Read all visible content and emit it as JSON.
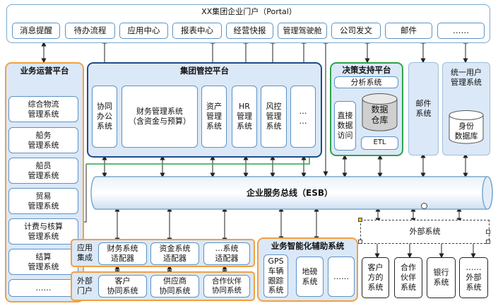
{
  "portal": {
    "title": "XX集团企业门户（Portal）",
    "buttons": [
      "消息提醒",
      "待办流程",
      "应用中心",
      "报表中心",
      "经营快报",
      "管理驾驶舱",
      "公司发文",
      "邮件",
      "……"
    ]
  },
  "ops": {
    "title": "业务运营平台",
    "items": [
      "综合物流\n管理系统",
      "船务\n管理系统",
      "船员\n管理系统",
      "贸易\n管理系统",
      "计费与核算\n管理系统",
      "结算\n管理系统",
      "……"
    ]
  },
  "group": {
    "title": "集团管控平台",
    "items": [
      "协同\n办公\n系统",
      "财务管理系统\n（含资金与预算）",
      "资产\n管理\n系统",
      "HR\n管理\n系统",
      "风控\n管理\n系统",
      "…\n…"
    ]
  },
  "decision": {
    "title": "决策支持平台",
    "analysis": "分析系统",
    "direct": "直接\n数据\n访问",
    "dw": "数据\n仓库",
    "etl": "ETL"
  },
  "mail": "邮件\n系统",
  "uum": {
    "title": "统一用户\n管理系统",
    "db": "身份\n数据库"
  },
  "esb": "企业服务总线（ESB）",
  "app_integration": {
    "label": "应用\n集成",
    "items": [
      "财务系统\n适配器",
      "资金系统\n适配器",
      "…系统\n适配器"
    ]
  },
  "ext_portal": {
    "label": "外部\n门户",
    "items": [
      "客户\n协同系统",
      "供应商\n协同系统",
      "合作伙伴\n协同系统"
    ]
  },
  "smart": {
    "title": "业务智能化辅助系统",
    "items": [
      "GPS\n车辆\n跟踪\n系统",
      "地磅\n系统",
      "……"
    ]
  },
  "external": {
    "label": "外部系统",
    "items": [
      "客户\n方的\n系统",
      "合作\n伙伴\n系统",
      "银行\n系统",
      "……\n外部\n系统"
    ]
  },
  "colors": {
    "orange": "#f2a043",
    "navy": "#1d4d86",
    "green": "#2da44e",
    "blue_border": "#5d93c6",
    "panel_fill": "#dbe8f7"
  }
}
